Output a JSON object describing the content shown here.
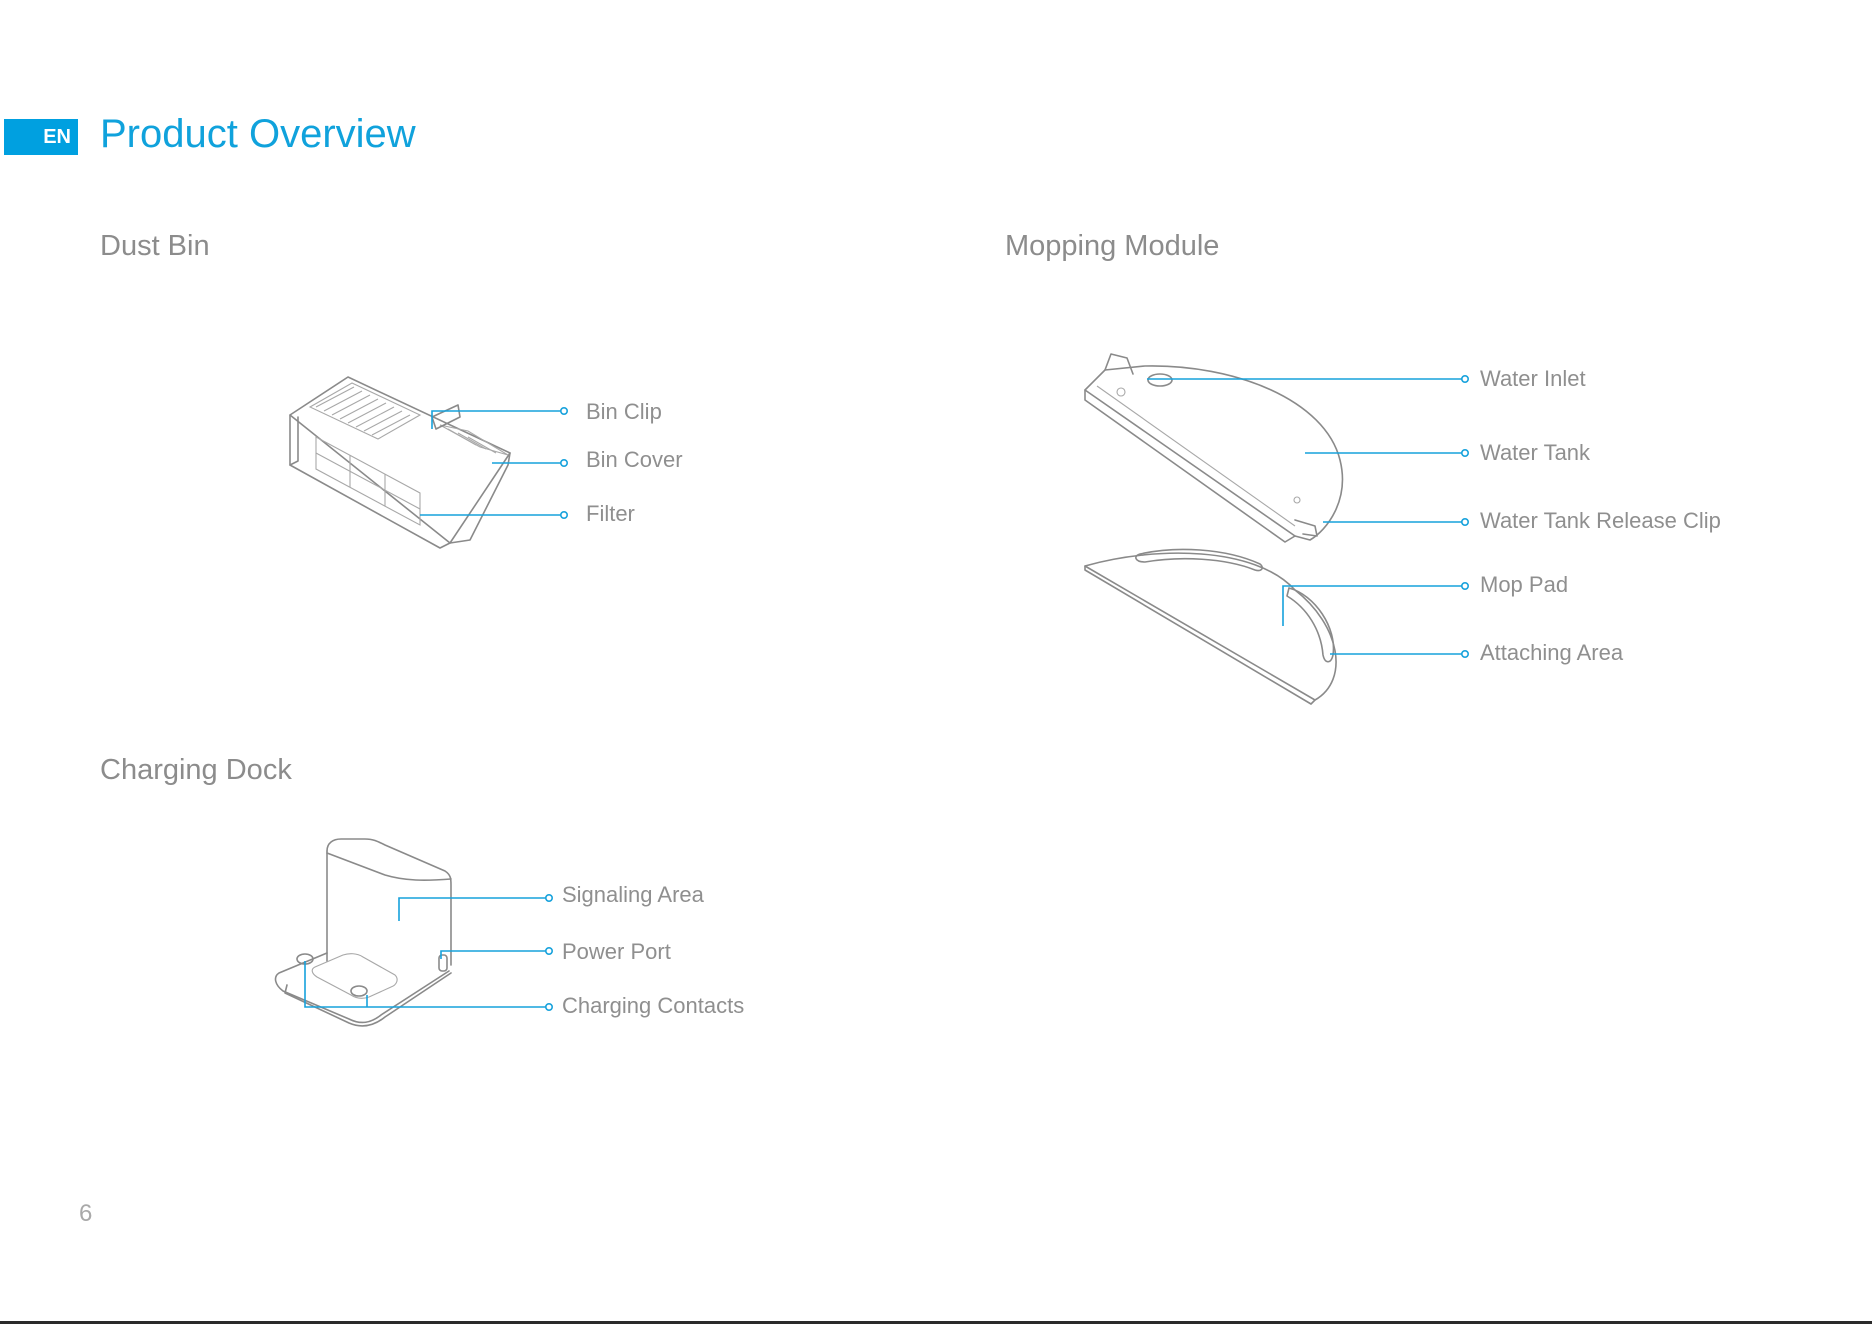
{
  "header": {
    "lang_badge": "EN",
    "title": "Product Overview"
  },
  "sections": {
    "dust_bin": {
      "title": "Dust Bin",
      "callouts": [
        "Bin Clip",
        "Bin Cover",
        "Filter"
      ]
    },
    "mopping_module": {
      "title": "Mopping Module",
      "callouts": [
        "Water Inlet",
        "Water Tank",
        "Water Tank Release Clip",
        "Mop Pad",
        "Attaching Area"
      ]
    },
    "charging_dock": {
      "title": "Charging Dock",
      "callouts": [
        "Signaling Area",
        "Power Port",
        "Charging Contacts"
      ]
    }
  },
  "footer": {
    "page_number": "6"
  },
  "colors": {
    "accent": "#10a2dc",
    "badge": "#00a0e0",
    "heading": "#8c8c8c",
    "callout_text": "#8f8f8f",
    "leader_line": "#17a2dc",
    "illustration_stroke": "#8a8a8a"
  }
}
